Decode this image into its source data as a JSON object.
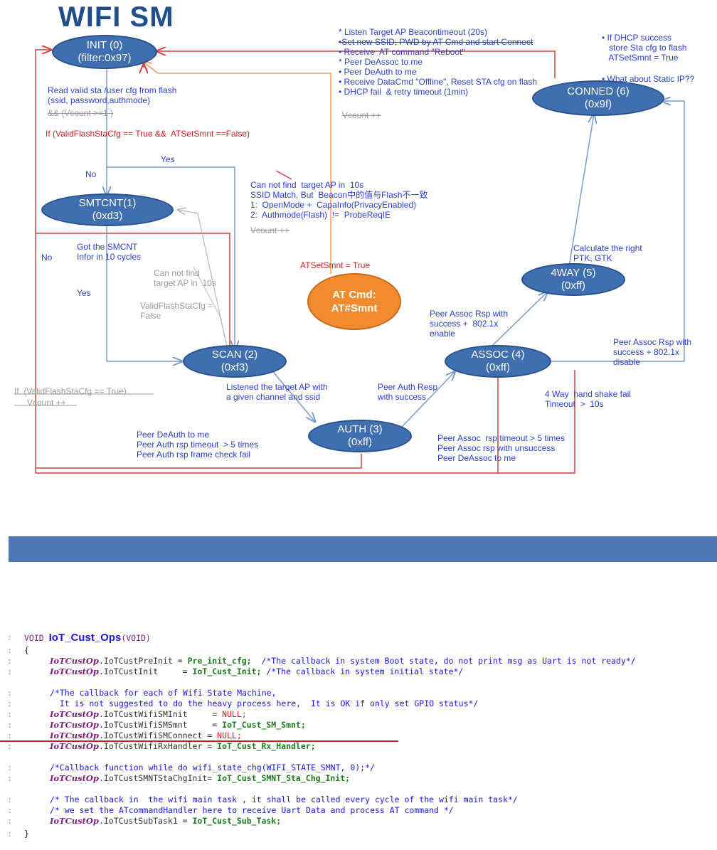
{
  "title": "WIFI SM",
  "states": {
    "init": {
      "name": "INIT (0)",
      "code": "(filter:0x97)"
    },
    "smtcnt": {
      "name": "SMTCNT(1)",
      "code": "(0xd3)"
    },
    "scan": {
      "name": "SCAN (2)",
      "code": "(0xf3)"
    },
    "auth": {
      "name": "AUTH (3)",
      "code": "(0xff)"
    },
    "assoc": {
      "name": "ASSOC (4)",
      "code": "(0xff)"
    },
    "fourway": {
      "name": "4WAY (5)",
      "code": "(0xff)"
    },
    "conned": {
      "name": "CONNED (6)",
      "code": "(0x9f)"
    }
  },
  "at_cmd": {
    "line1": "AT Cmd:",
    "line2": "AT#Smnt"
  },
  "labels": {
    "read_flash": "Read valid sta /user cfg from flash\n(ssid, password,authmode)",
    "vcount_ge1": "&& (Vcount >=1 )",
    "valid_flash_cond": "If (ValidFlashStaCfg == True &&  ATSetSmnt ==False)",
    "yes_top": "Yes",
    "no_top": "No",
    "no_left": "No",
    "got_smcnt": "Got the SMCNT\nInfor in 10 cycles",
    "yes_mid": "Yes",
    "cannot_find_scan": "Can not find\ntarget AP in  10s",
    "valid_false": "ValidFlashStaCfg =\nFalse",
    "cannot_find_target": "Can not find  target AP in  10s\nSSID Match, But  Beacon中的值与Flash不一致\n1:  OpenMode +  CapaInfo(PrivacyEnabled)\n2:  Authmode(Flash)  !=  ProbeReqIE",
    "vcount_pp_mid": "Vcount ++",
    "at_set_smnt_true": "ATSetSmnt = True",
    "init_exits": [
      "* Listen Target AP Beacontimeout (20s)",
      "•Set new SSID, PWD by AT Cmd and start Connect",
      "• Receive  AT command \"Reboot\"",
      "* Peer DeAssoc to me",
      "• Peer DeAuth to me",
      "• Receive DataCmd \"Offline\", Reset STA cfg on flash",
      "• DHCP fail  & retry timeout (1min)"
    ],
    "vcount_pp_top": "Vcount ++",
    "dhcp_success": "• If DHCP success\n   store Sta cfg to flash\n   ATSetSmnt = True",
    "static_ip": "• What about Static IP??",
    "calc_ptk": "Calculate the right\nPTK, GTK",
    "peer_assoc_8021x_enable": "Peer Assoc Rsp with\nsuccess +  802.1x\nenable",
    "peer_assoc_8021x_disable": "Peer Assoc Rsp with\nsuccess + 802.1x\ndisable",
    "four_way_fail": "4 Way  hand shake fail\nTimeout  >  10s",
    "listened_target": "Listened the target AP with\na given channel and ssid",
    "peer_auth_success": "Peer Auth Resp\nwith success",
    "if_valid_flash": "If  (ValidFlashStaCfg == True)",
    "vcount_pp_left": "Vcount ++",
    "auth_fail": "Peer DeAuth to me\nPeer Auth rsp timeout  > 5 times\nPeer Auth rsp frame check fail",
    "assoc_fail": "Peer Assoc  rsp timeout > 5 times\nPeer Assoc rsp with unsuccess\nPeer DeAssoc to me"
  },
  "code": {
    "l1_kw": "VOID",
    "l1_fn": "IoT_Cust_Ops",
    "l1_arg": "(VOID)",
    "open": "{",
    "close": "}",
    "obj": "IoTCustOp",
    "preinit_mem": ".IoTCustPreInit = ",
    "preinit_val": "Pre_init_cfg;",
    "preinit_cmt": "  /*The callback in system Boot state, do not print msg as Uart is not ready*/",
    "init_mem": ".IoTCustInit     = ",
    "init_val": "IoT_Cust_Init;",
    "init_cmt": " /*The callback in system initial state*/",
    "cmt_sm1": "/*The callback for each of Wifi State Machine,",
    "cmt_sm2": "  It is not suggested to do the heavy process here,  It is OK if only set GPIO status*/",
    "sminit_mem": ".IoTCustWifiSMInit     = ",
    "sminit_val": "NULL;",
    "smsmnt_mem": ".IoTCustWifiSMSmnt     = ",
    "smsmnt_val": "IoT_Cust_SM_Smnt;",
    "smconn_mem": ".IoTCustWifiSMConnect = ",
    "smconn_val": "NULL;",
    "rx_mem": ".IoTCustWifiRxHandler = ",
    "rx_val": "IoT_Cust_Rx_Handler;",
    "cmt_cb": "/*Callback function while do wifi_state_chg(WIFI_STATE_SMNT, 0);*/",
    "smnt_mem": ".IoTCustSMNTStaChgInit= ",
    "smnt_val": "IoT_Cust_SMNT_Sta_Chg_Init;",
    "cmt_main1": "/* The callback in  the wifi main task , it shall be called every cycle of the wifi main task*/",
    "cmt_main2": "/* we set the ATcommandHandler here to receive Uart Data and process AT command */",
    "sub_mem": ".IoTCustSubTask1 = ",
    "sub_val": "IoT_Cust_Sub_Task;"
  }
}
